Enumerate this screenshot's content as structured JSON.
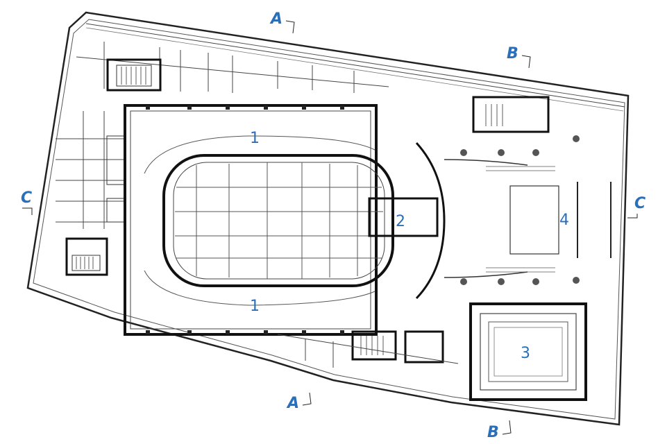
{
  "colors": {
    "accent": "#2a6fb8",
    "wall": "#222222",
    "thin_line": "#555555",
    "background": "#ffffff"
  },
  "room_labels": {
    "room_1_top": "1",
    "room_1_bottom": "1",
    "room_2": "2",
    "room_3": "3",
    "room_4": "4"
  },
  "section_markers": {
    "a_top": "A",
    "a_bottom": "A",
    "b_top": "B",
    "b_bottom": "B",
    "c_left": "C",
    "c_right": "C"
  }
}
